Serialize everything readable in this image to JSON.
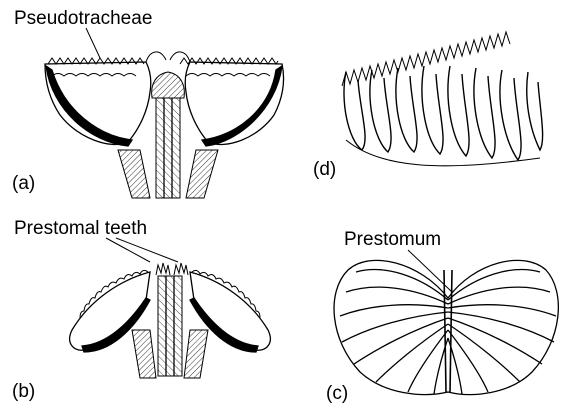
{
  "labels": {
    "pseudotracheae": "Pseudotracheae",
    "prestomal_teeth": "Prestomal teeth",
    "prestomum": "Prestomum"
  },
  "panels": {
    "a": "(a)",
    "b": "(b)",
    "c": "(c)",
    "d": "(d)"
  },
  "colors": {
    "ink": "#000000",
    "paper": "#ffffff"
  }
}
